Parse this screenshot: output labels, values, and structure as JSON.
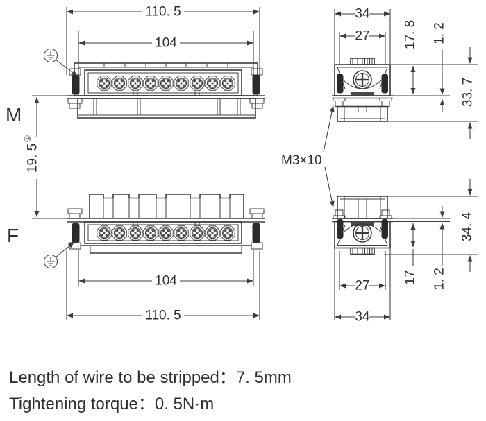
{
  "drawing": {
    "type": "connector-dimension-drawing",
    "colors": {
      "line": "#3c3c3c",
      "background": "#ffffff",
      "text": "#2e2e2e"
    }
  },
  "labels": {
    "male": "M",
    "female": "F",
    "screw_spec": "M3×10"
  },
  "icons": {
    "earth_ground": "circled earth-ground symbol"
  },
  "dims": {
    "m_front": {
      "overall": "110. 5",
      "insert": "104"
    },
    "f_front": {
      "overall": "110. 5",
      "insert": "104"
    },
    "m_side": {
      "overall": "34",
      "insert": "27",
      "height": "17. 8",
      "flange": "1. 2",
      "total": "33. 7"
    },
    "f_side": {
      "overall": "34",
      "insert": "27",
      "height": "17",
      "flange": "1. 2",
      "total": "34. 4"
    },
    "gap": {
      "value": "19. 5",
      "note": "①"
    }
  },
  "notes": {
    "stripped": "Length of wire to be stripped：7. 5mm",
    "torque": "Tightening torque：0. 5N·m"
  }
}
